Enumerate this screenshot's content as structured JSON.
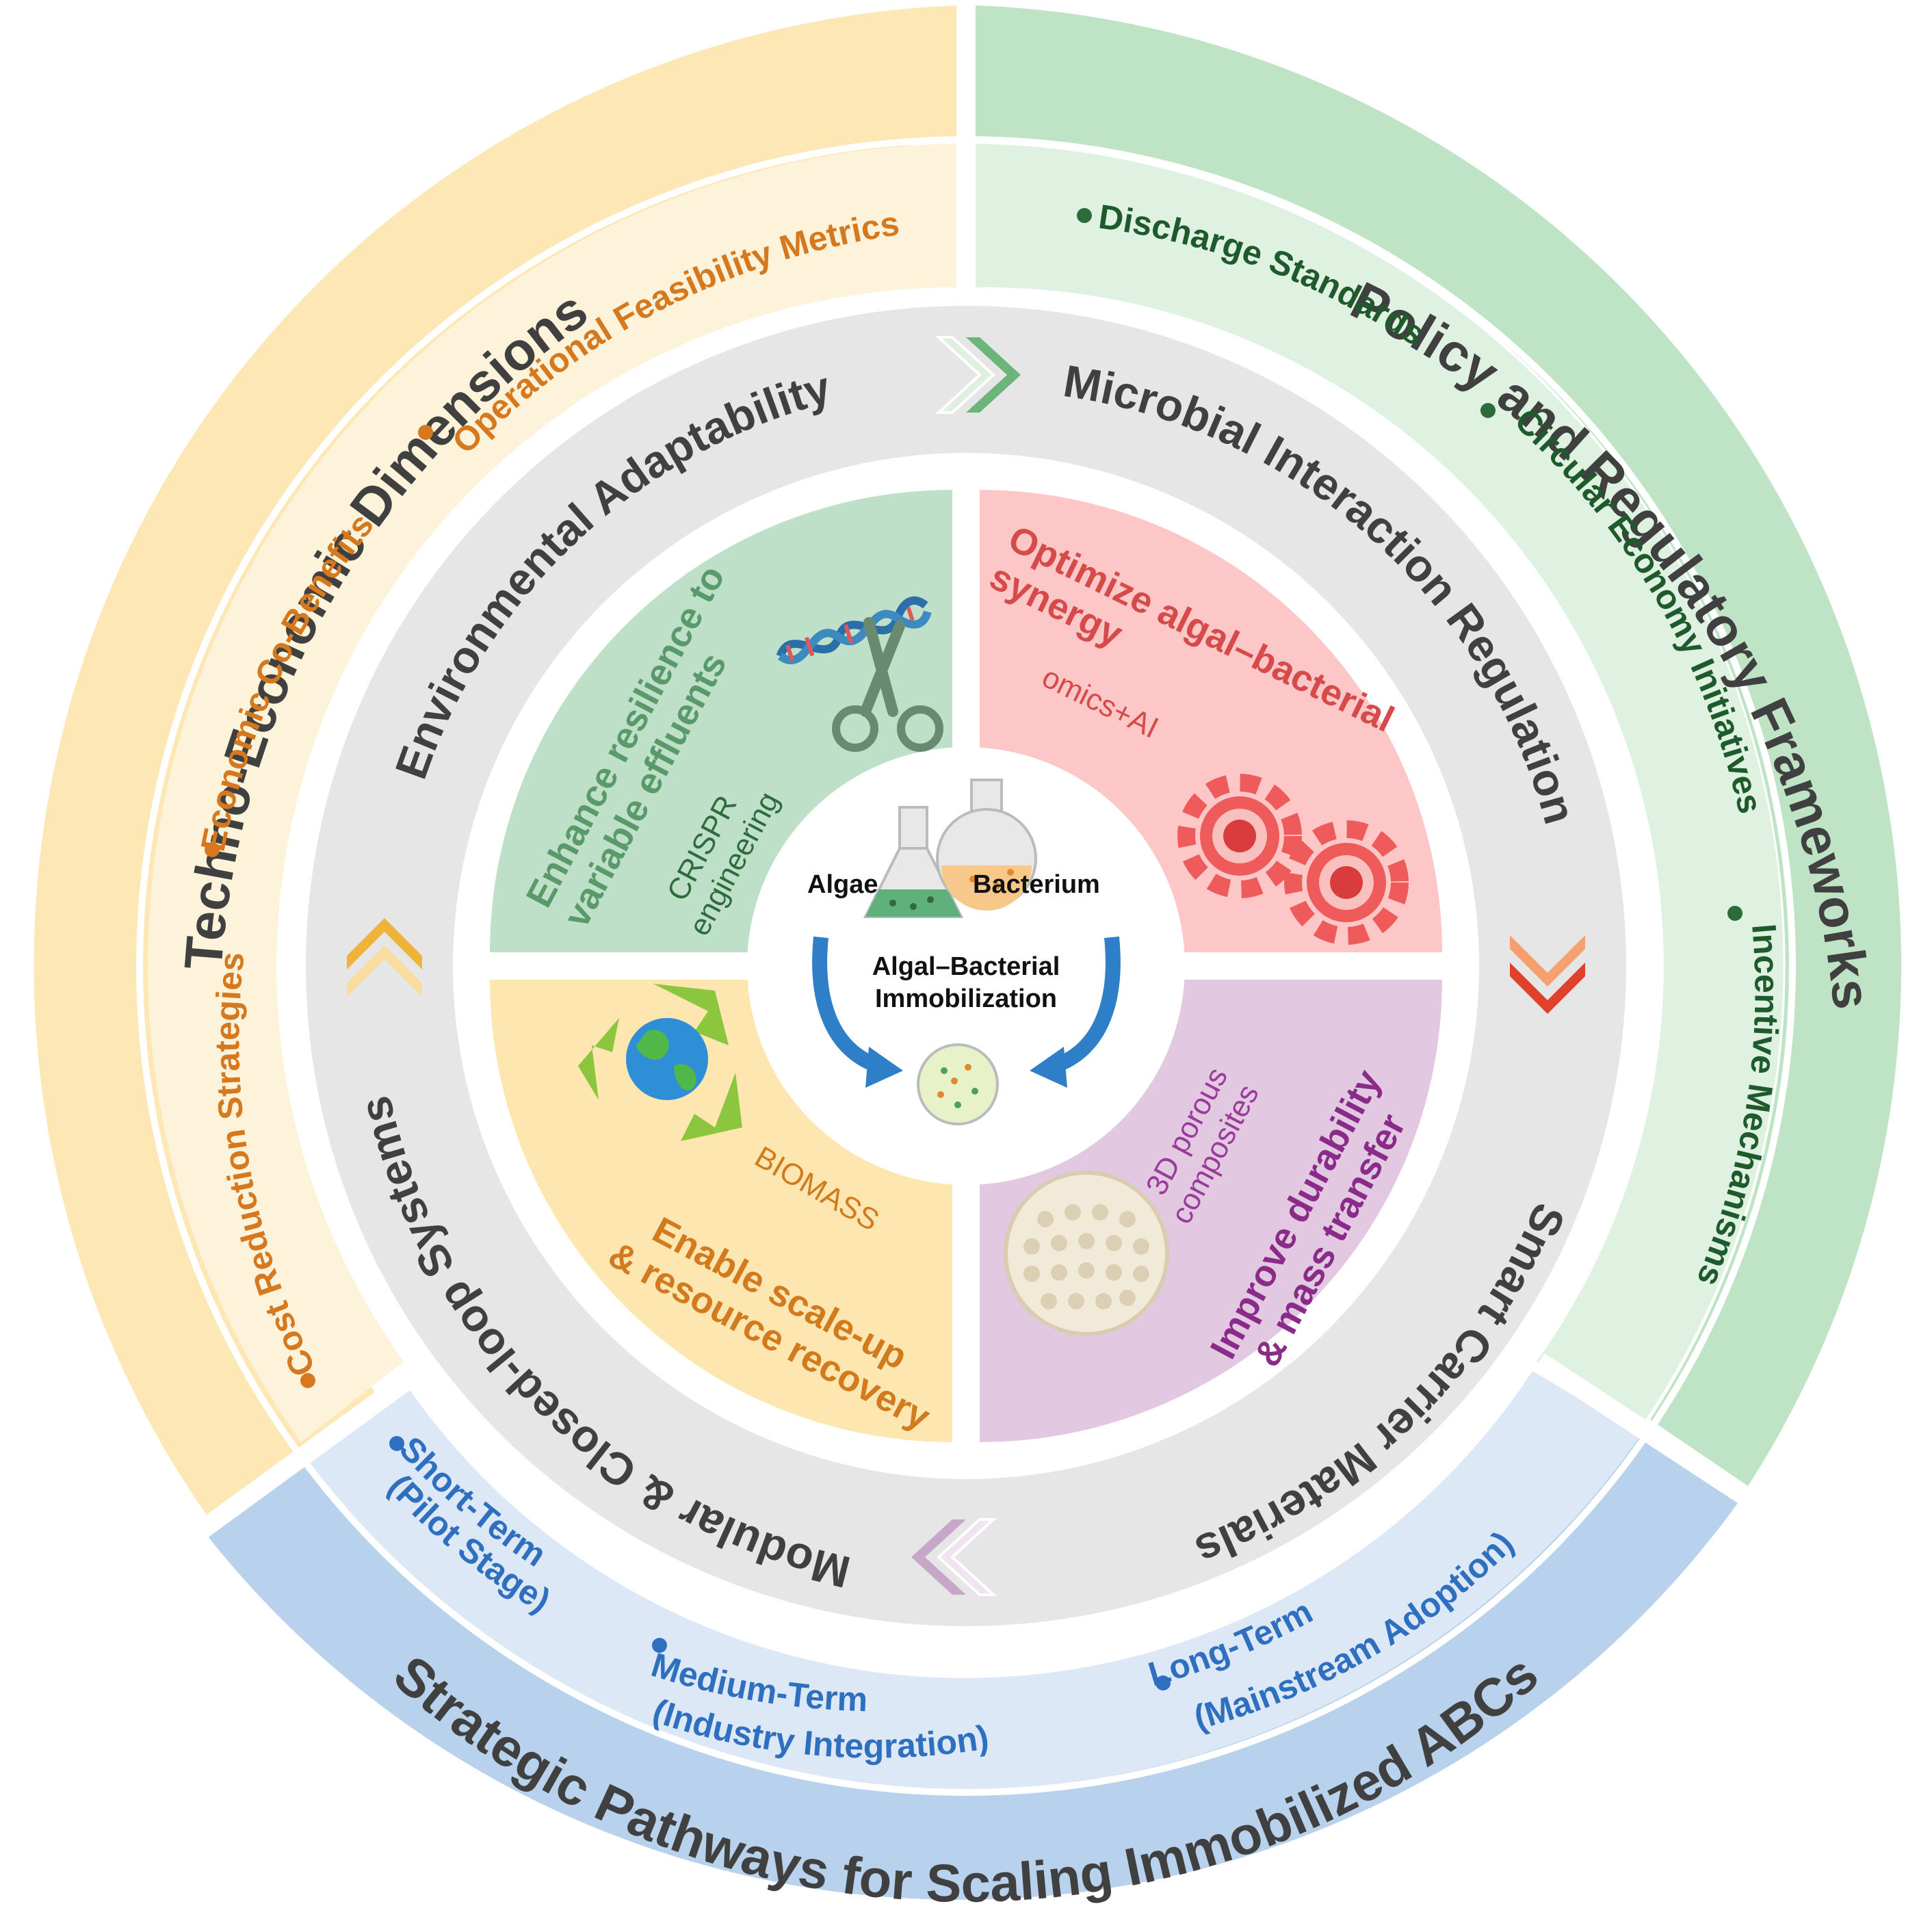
{
  "outer": {
    "techno_title": "Techno-Economic Dimensions",
    "policy_title": "Policy and Regulatory Frameworks",
    "strategic_title": "Strategic Pathways for Scaling Immobilized ABCs"
  },
  "techno_items": [
    "Operational Feasibility Metrics",
    "Economic Co-Benefits",
    "Cost Reduction Strategies"
  ],
  "policy_items": [
    "Discharge Standards",
    "Circular Economy Initiatives",
    "Incentive Mechanisms"
  ],
  "strategic_items": [
    {
      "line1": "Short-Term",
      "line2": "(Pilot Stage)"
    },
    {
      "line1": "Medium-Term",
      "line2": "(Industry Integration)"
    },
    {
      "line1": "Long-Term",
      "line2": "(Mainstream Adoption)"
    }
  ],
  "ring": {
    "env": "Environmental Adaptability",
    "microbial": "Microbial Interaction Regulation",
    "smart": "Smart Carrier Materials",
    "modular": "Modular & Closed-loop Systems"
  },
  "quadrants": {
    "green": {
      "head1": "Enhance resilience to",
      "head2": "variable effluents",
      "sub1": "CRISPR",
      "sub2": "engineering"
    },
    "red": {
      "head1": "Optimize algal–bacterial",
      "head2": "synergy",
      "sub": "omics+AI"
    },
    "purple": {
      "head1": "Improve durability",
      "head2": "& mass transfer",
      "sub1": "3D porous",
      "sub2": "composites"
    },
    "yellow": {
      "head1": "Enable scale-up",
      "head2": "& resource recovery",
      "sub": "BIOMASS"
    }
  },
  "center": {
    "algae": "Algae",
    "bacterium": "Bacterium",
    "line1": "Algal–Bacterial",
    "line2": "Immobilization"
  },
  "colors": {
    "techno_outer": "#fde7b5",
    "techno_inner": "#fdf3da",
    "policy_outer": "#bfe4c5",
    "policy_inner": "#dff1e1",
    "strategic_outer": "#b8d1ec",
    "strategic_inner": "#dde8f6",
    "ring_gray": "#e6e6e6",
    "quad_green": "#bfe0c8",
    "quad_red": "#fcc7c6",
    "quad_purple": "#e2c9e1",
    "quad_yellow": "#fde6b0"
  }
}
